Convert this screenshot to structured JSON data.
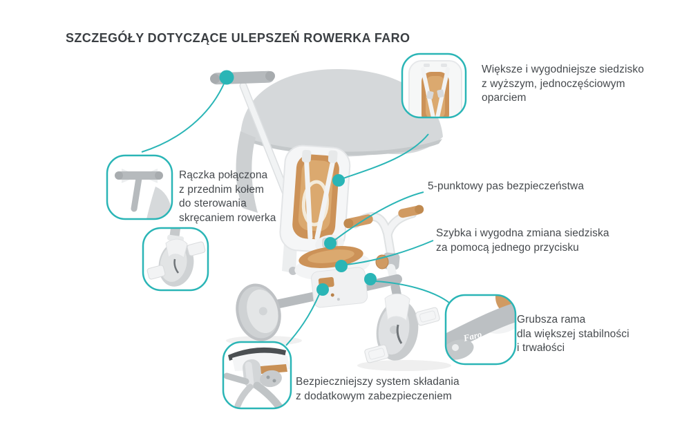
{
  "title": "SZCZEGÓŁY DOTYCZĄCE ULEPSZEŃ ROWERKA FARO",
  "product_logo": "Faro",
  "colors": {
    "accent_teal": "#2ab5b6",
    "text": "#45494d",
    "tan_cushion": "#cc9258",
    "frame_gray": "#b7bbbe",
    "canopy_gray": "#d5d8da",
    "shell_white": "#f4f5f6"
  },
  "callouts": {
    "seat": {
      "label": "Większe i wygodniejsze siedzisko\nz wyższym, jednoczęściowym\noparciem",
      "thumbnail": "seat-front-closeup"
    },
    "handle": {
      "label": "Rączka połączona\nz przednim kołem\ndo sterowania\nskręcaniem rowerka",
      "thumbnail": "parent-handle-closeup"
    },
    "wheel": {
      "thumbnail": "front-wheel-with-footrests-closeup"
    },
    "belt": {
      "label": "5-punktowy pas bezpieczeństwa"
    },
    "seat_change": {
      "label": "Szybka i wygodna zmiana siedziska\nza pomocą jednego przycisku"
    },
    "frame": {
      "label": "Grubsza rama\ndla większej stabilności\ni trwałości",
      "thumbnail": "thick-frame-closeup"
    },
    "fold": {
      "label": "Bezpieczniejszy system składania\nz dodatkowym zabezpieczeniem",
      "thumbnail": "folding-mechanism-closeup"
    }
  }
}
